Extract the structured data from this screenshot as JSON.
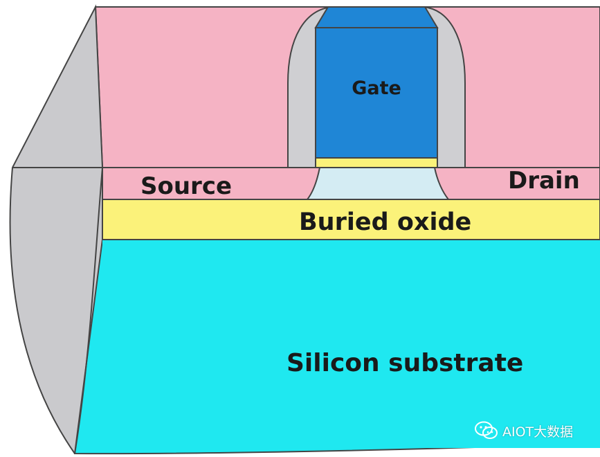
{
  "labels": {
    "gate": "Gate",
    "source": "Source",
    "drain": "Drain",
    "buried_oxide": "Buried oxide",
    "silicon_substrate": "Silicon substrate"
  },
  "watermark": {
    "text": "AIOT大数据",
    "icon": "wechat-icon"
  },
  "colors": {
    "pink_silicon": "#f5b3c4",
    "gate_blue": "#1f86d6",
    "gate_oxide_yellow": "#fbf27a",
    "buried_oxide_yellow": "#fbf27a",
    "channel_light": "#d4ecf3",
    "substrate_cyan": "#1fe8f0",
    "spacer_gray": "#cfcfd2",
    "end_face_gray": "#cacacd",
    "outline": "#444444"
  }
}
